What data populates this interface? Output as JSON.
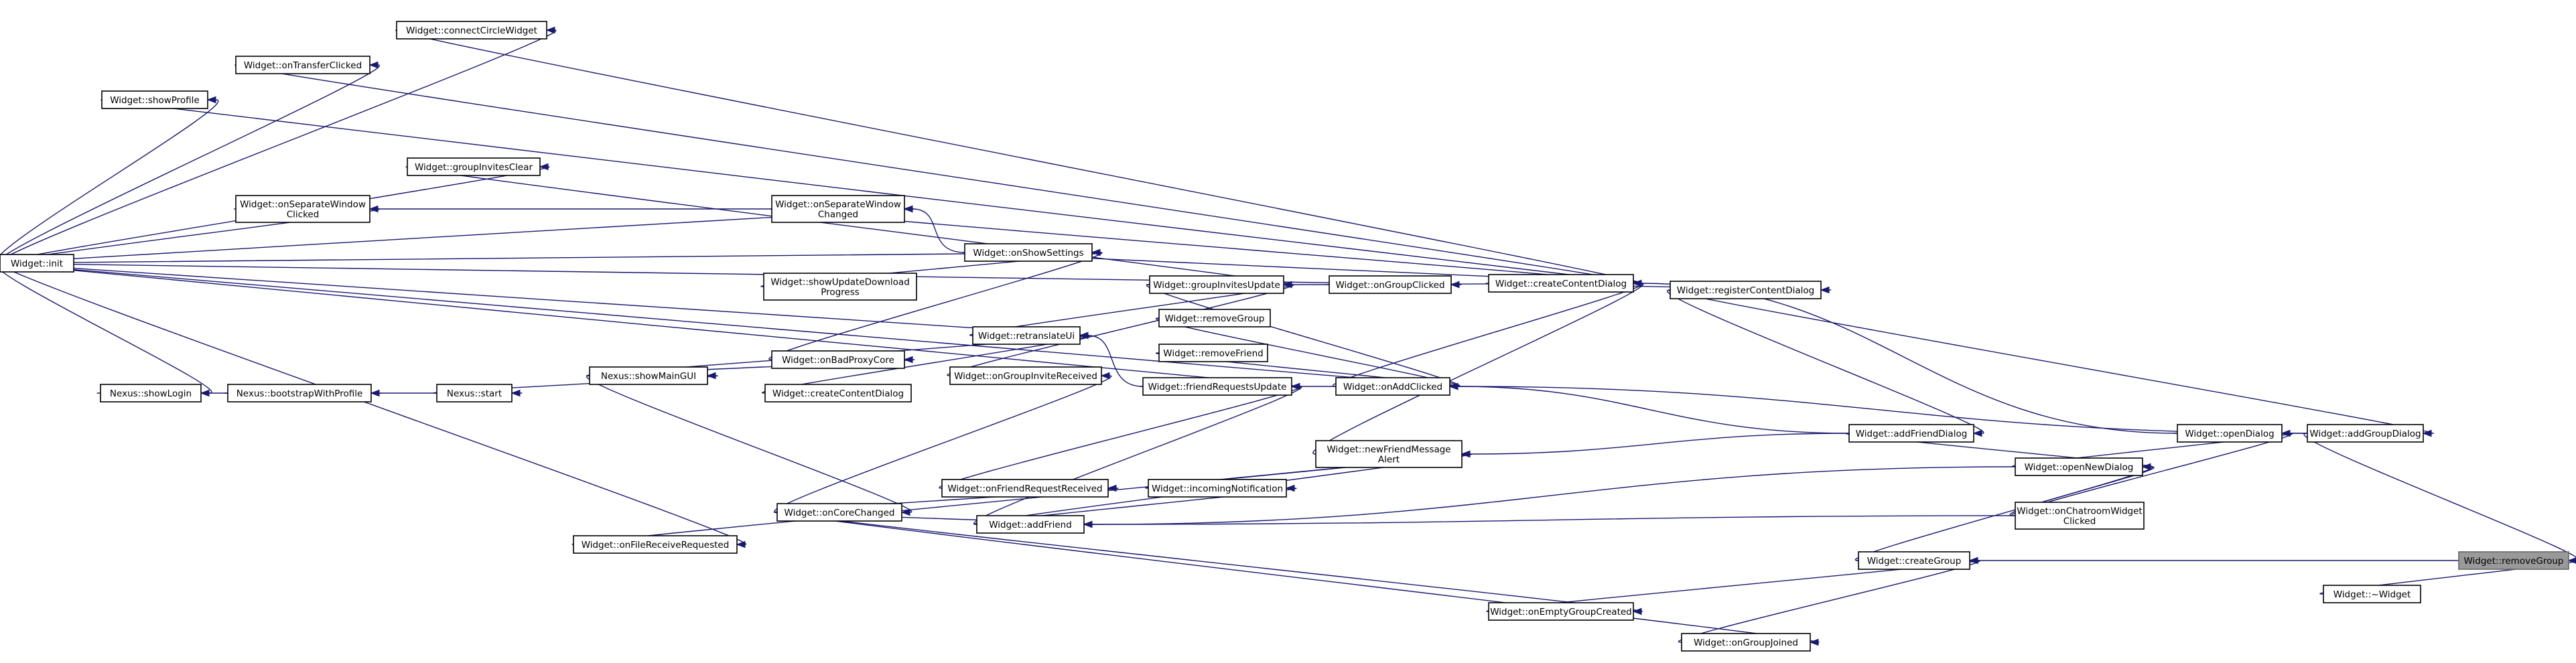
{
  "graph": {
    "edge_color": "#191970",
    "node_fill": "#ffffff",
    "current_node_fill": "#999999",
    "nodes": [
      {
        "id": "removeGroup",
        "label": "Widget::removeGroup",
        "current": true
      },
      {
        "id": "addGroupDialog",
        "label": "Widget::addGroupDialog"
      },
      {
        "id": "createGroup",
        "label": "Widget::createGroup"
      },
      {
        "id": "dtor",
        "label": "Widget::~Widget"
      },
      {
        "id": "openDialog",
        "label": "Widget::openDialog"
      },
      {
        "id": "registerContentDialog",
        "label": "Widget::registerContentDialog"
      },
      {
        "id": "onChatroomWidgetClicked",
        "label": "Widget::onChatroomWidget\nClicked"
      },
      {
        "id": "openNewDialog",
        "label": "Widget::openNewDialog"
      },
      {
        "id": "addFriendDialog",
        "label": "Widget::addFriendDialog"
      },
      {
        "id": "onEmptyGroupCreated",
        "label": "Widget::onEmptyGroupCreated"
      },
      {
        "id": "onGroupJoined",
        "label": "Widget::onGroupJoined"
      },
      {
        "id": "createContentDialog",
        "label": "Widget::createContentDialog"
      },
      {
        "id": "onAddClicked",
        "label": "Widget::onAddClicked"
      },
      {
        "id": "newFriendMessageAlert",
        "label": "Widget::newFriendMessage\nAlert"
      },
      {
        "id": "connectCircleWidget",
        "label": "Widget::connectCircleWidget"
      },
      {
        "id": "onTransferClicked",
        "label": "Widget::onTransferClicked"
      },
      {
        "id": "showProfile",
        "label": "Widget::showProfile"
      },
      {
        "id": "groupInvitesClear",
        "label": "Widget::groupInvitesClear"
      },
      {
        "id": "onSeparateWindowClicked",
        "label": "Widget::onSeparateWindow\nClicked"
      },
      {
        "id": "onSeparateWindowChanged",
        "label": "Widget::onSeparateWindow\nChanged"
      },
      {
        "id": "onShowSettings",
        "label": "Widget::onShowSettings"
      },
      {
        "id": "showUpdateDownloadProgress",
        "label": "Widget::showUpdateDownload\nProgress"
      },
      {
        "id": "groupInvitesUpdate",
        "label": "Widget::groupInvitesUpdate"
      },
      {
        "id": "onGroupClicked",
        "label": "Widget::onGroupClicked"
      },
      {
        "id": "init",
        "label": "Widget::init"
      },
      {
        "id": "removeGroup2",
        "label": "Widget::removeGroup"
      },
      {
        "id": "removeFriend",
        "label": "Widget::removeFriend"
      },
      {
        "id": "retranslateUi",
        "label": "Widget::retranslateUi"
      },
      {
        "id": "onBadProxyCore",
        "label": "Widget::onBadProxyCore"
      },
      {
        "id": "createContentDialog2",
        "label": "Widget::createContentDialog"
      },
      {
        "id": "showMainGUI",
        "label": "Nexus::showMainGUI"
      },
      {
        "id": "start",
        "label": "Nexus::start"
      },
      {
        "id": "bootstrapWithProfile",
        "label": "Nexus::bootstrapWithProfile"
      },
      {
        "id": "showLogin",
        "label": "Nexus::showLogin"
      },
      {
        "id": "onGroupInviteReceived",
        "label": "Widget::onGroupInviteReceived"
      },
      {
        "id": "friendRequestsUpdate",
        "label": "Widget::friendRequestsUpdate"
      },
      {
        "id": "onFriendRequestReceived",
        "label": "Widget::onFriendRequestReceived"
      },
      {
        "id": "incomingNotification",
        "label": "Widget::incomingNotification"
      },
      {
        "id": "onCoreChanged",
        "label": "Widget::onCoreChanged"
      },
      {
        "id": "addFriend",
        "label": "Widget::addFriend"
      },
      {
        "id": "onFileReceiveRequested",
        "label": "Widget::onFileReceiveRequested"
      }
    ],
    "edges": [
      [
        "addGroupDialog",
        "removeGroup"
      ],
      [
        "createGroup",
        "removeGroup"
      ],
      [
        "dtor",
        "removeGroup"
      ],
      [
        "openDialog",
        "addGroupDialog"
      ],
      [
        "registerContentDialog",
        "addGroupDialog"
      ],
      [
        "onChatroomWidgetClicked",
        "openDialog"
      ],
      [
        "openNewDialog",
        "openDialog"
      ],
      [
        "onChatroomWidgetClicked",
        "openNewDialog"
      ],
      [
        "createGroup",
        "openNewDialog"
      ],
      [
        "addFriendDialog",
        "openNewDialog"
      ],
      [
        "onEmptyGroupCreated",
        "createGroup"
      ],
      [
        "onGroupJoined",
        "createGroup"
      ],
      [
        "createContentDialog",
        "registerContentDialog"
      ],
      [
        "onAddClicked",
        "createContentDialog"
      ],
      [
        "newFriendMessageAlert",
        "createContentDialog"
      ],
      [
        "connectCircleWidget",
        "createContentDialog"
      ],
      [
        "onTransferClicked",
        "createContentDialog"
      ],
      [
        "showProfile",
        "createContentDialog"
      ],
      [
        "onSeparateWindowChanged",
        "createContentDialog"
      ],
      [
        "onShowSettings",
        "createContentDialog"
      ],
      [
        "onGroupClicked",
        "createContentDialog"
      ],
      [
        "openDialog",
        "createContentDialog"
      ],
      [
        "registerContentDialog",
        "addFriendDialog"
      ],
      [
        "addFriendDialog",
        "onAddClicked"
      ],
      [
        "addGroupDialog",
        "onAddClicked"
      ],
      [
        "addFriendDialog",
        "newFriendMessageAlert"
      ],
      [
        "openNewDialog",
        "addFriend"
      ],
      [
        "onChatroomWidgetClicked",
        "addFriend"
      ],
      [
        "init",
        "connectCircleWidget"
      ],
      [
        "init",
        "onTransferClicked"
      ],
      [
        "init",
        "showProfile"
      ],
      [
        "init",
        "groupInvitesClear"
      ],
      [
        "init",
        "onSeparateWindowClicked"
      ],
      [
        "init",
        "onSeparateWindowChanged"
      ],
      [
        "init",
        "onShowSettings"
      ],
      [
        "init",
        "onGroupClicked"
      ],
      [
        "init",
        "retranslateUi"
      ],
      [
        "init",
        "showLogin"
      ],
      [
        "init",
        "onFileReceiveRequested"
      ],
      [
        "init",
        "onAddClicked"
      ],
      [
        "init",
        "friendRequestsUpdate"
      ],
      [
        "onSeparateWindowClicked",
        "onSeparateWindowChanged"
      ],
      [
        "onShowSettings",
        "onSeparateWindowChanged"
      ],
      [
        "showUpdateDownloadProgress",
        "onShowSettings"
      ],
      [
        "onBadProxyCore",
        "onShowSettings"
      ],
      [
        "groupInvitesClear",
        "groupInvitesUpdate"
      ],
      [
        "groupInvitesUpdate",
        "onGroupClicked"
      ],
      [
        "retranslateUi",
        "groupInvitesUpdate"
      ],
      [
        "onGroupInviteReceived",
        "groupInvitesUpdate"
      ],
      [
        "groupInvitesUpdate",
        "onAddClicked"
      ],
      [
        "removeGroup2",
        "onAddClicked"
      ],
      [
        "removeFriend",
        "onAddClicked"
      ],
      [
        "friendRequestsUpdate",
        "onAddClicked"
      ],
      [
        "friendRequestsUpdate",
        "retranslateUi"
      ],
      [
        "createContentDialog2",
        "retranslateUi"
      ],
      [
        "showMainGUI",
        "retranslateUi"
      ],
      [
        "showMainGUI",
        "onBadProxyCore"
      ],
      [
        "start",
        "showMainGUI"
      ],
      [
        "bootstrapWithProfile",
        "start"
      ],
      [
        "showLogin",
        "bootstrapWithProfile"
      ],
      [
        "showMainGUI",
        "onCoreChanged"
      ],
      [
        "onCoreChanged",
        "onGroupInviteReceived"
      ],
      [
        "onCoreChanged",
        "onFriendRequestReceived"
      ],
      [
        "onCoreChanged",
        "addFriend"
      ],
      [
        "onCoreChanged",
        "onEmptyGroupCreated"
      ],
      [
        "onCoreChanged",
        "onGroupJoined"
      ],
      [
        "onFriendRequestReceived",
        "friendRequestsUpdate"
      ],
      [
        "addFriend",
        "friendRequestsUpdate"
      ],
      [
        "addFriend",
        "incomingNotification"
      ],
      [
        "incomingNotification",
        "newFriendMessageAlert"
      ],
      [
        "addFriend",
        "newFriendMessageAlert"
      ],
      [
        "onFileReceiveRequested",
        "newFriendMessageAlert"
      ]
    ]
  }
}
